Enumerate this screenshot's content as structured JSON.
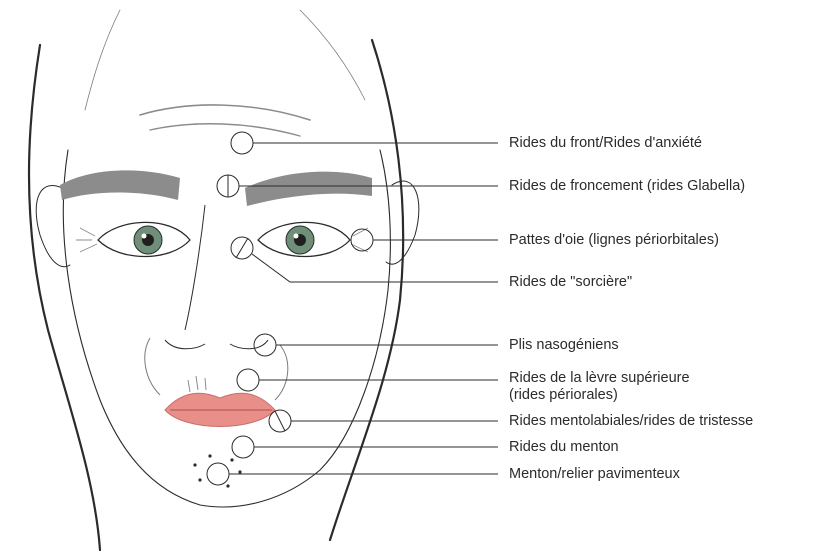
{
  "labels": [
    {
      "id": "front",
      "text": "Rides du front/Rides d'anxiété"
    },
    {
      "id": "froncement",
      "text": "Rides de froncement (rides Glabella)"
    },
    {
      "id": "pattes",
      "text": "Pattes d'oie (lignes périorbitales)"
    },
    {
      "id": "sorciere",
      "text": "Rides de \"sorcière\""
    },
    {
      "id": "plis",
      "text": "Plis nasogéniens"
    },
    {
      "id": "levre",
      "text": "Rides de la lèvre supérieure",
      "subtext": "(rides périorales)"
    },
    {
      "id": "mentolabiales",
      "text": "Rides mentolabiales/rides de tristesse"
    },
    {
      "id": "menton",
      "text": "Rides du menton"
    },
    {
      "id": "pavimenteux",
      "text": "Menton/relier pavimenteux"
    }
  ],
  "colors": {
    "line": "#2b2b2b",
    "brow": "#8c8c8c",
    "lips": "#e98f8a",
    "iris": "#6f8f78"
  }
}
